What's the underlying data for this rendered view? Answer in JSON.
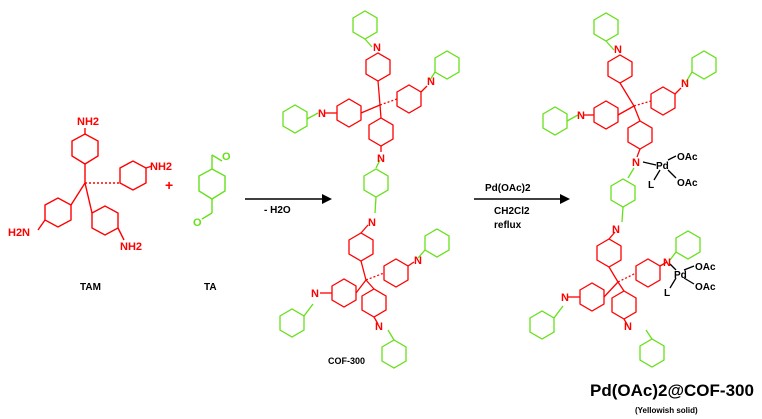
{
  "colors": {
    "tam_red": "#ff0000",
    "ta_green": "#66e01a",
    "text": "#000000"
  },
  "labels": {
    "tam": "TAM",
    "ta": "TA",
    "cof": "COF-300",
    "product": "Pd(OAc)2@COF-300",
    "product_state": "(Yellowish solid)"
  },
  "reagents": {
    "plus": "+",
    "step1": "- H2O",
    "step2_reagent": "Pd(OAc)2",
    "step2_solvent": "CH2Cl2",
    "step2_condition": "reflux"
  },
  "atoms": {
    "nh2": "NH2",
    "h2n": "H2N",
    "n": "N",
    "pd": "Pd",
    "oac": "OAc",
    "l": "L"
  }
}
